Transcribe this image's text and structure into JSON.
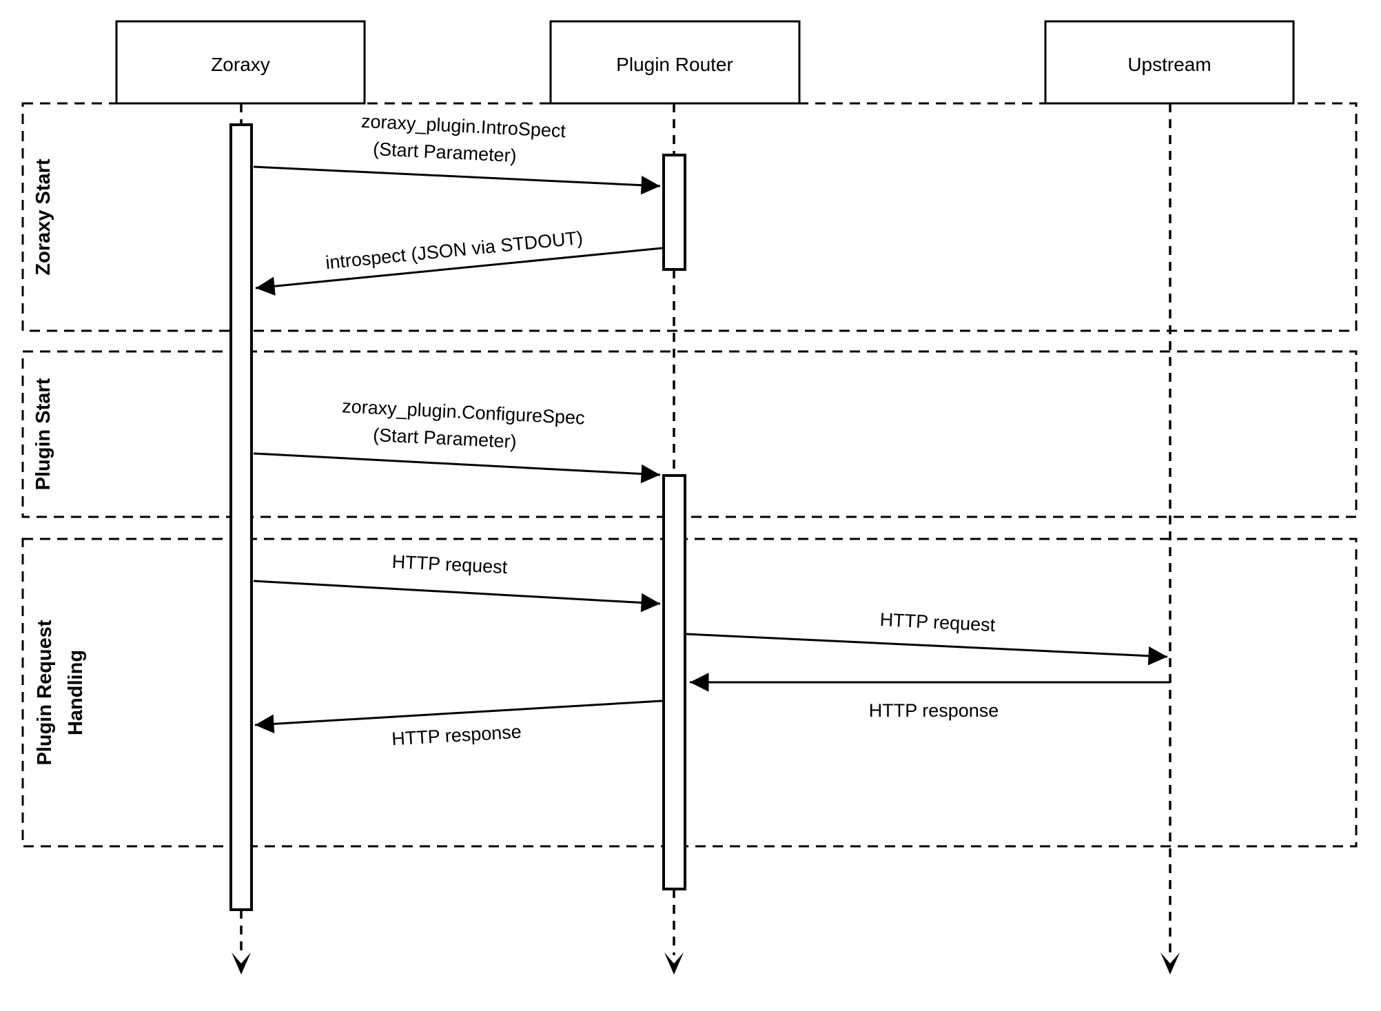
{
  "diagram": {
    "type": "sequence-diagram",
    "colors": {
      "background": "#ffffff",
      "stroke": "#000000",
      "text": "#000000"
    },
    "actors": [
      {
        "label": "Zoraxy"
      },
      {
        "label": "Plugin Router"
      },
      {
        "label": "Upstream"
      }
    ],
    "sections": [
      {
        "label": "Zoraxy Start",
        "lines": [
          "Zoraxy Start"
        ]
      },
      {
        "label": "Plugin Start",
        "lines": [
          "Plugin Start"
        ]
      },
      {
        "label": "Plugin Request Handling",
        "lines": [
          "Plugin Request",
          "Handling"
        ]
      }
    ],
    "messages": [
      {
        "from": "Zoraxy",
        "to": "Plugin Router",
        "lines": [
          "zoraxy_plugin.IntroSpect",
          "(Start Parameter)"
        ]
      },
      {
        "from": "Plugin Router",
        "to": "Zoraxy",
        "lines": [
          "introspect (JSON via STDOUT)"
        ]
      },
      {
        "from": "Zoraxy",
        "to": "Plugin Router",
        "lines": [
          "zoraxy_plugin.ConfigureSpec",
          "(Start Parameter)"
        ]
      },
      {
        "from": "Zoraxy",
        "to": "Plugin Router",
        "lines": [
          "HTTP request"
        ]
      },
      {
        "from": "Plugin Router",
        "to": "Upstream",
        "lines": [
          "HTTP request"
        ]
      },
      {
        "from": "Upstream",
        "to": "Plugin Router",
        "lines": [
          "HTTP response"
        ]
      },
      {
        "from": "Plugin Router",
        "to": "Zoraxy",
        "lines": [
          "HTTP response"
        ]
      }
    ]
  }
}
